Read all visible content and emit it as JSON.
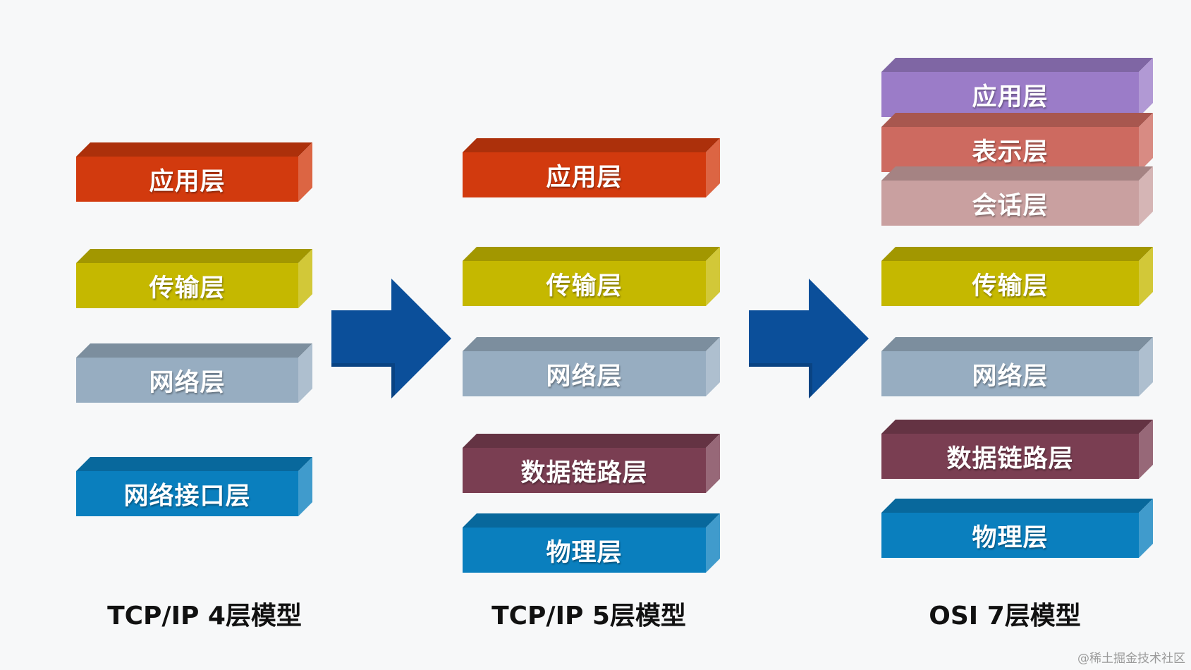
{
  "models": [
    {
      "caption": "TCP/IP 4层模型",
      "layers": [
        {
          "label": "应用层",
          "color": "#d23a0e"
        },
        {
          "label": "传输层",
          "color": "#c5b800"
        },
        {
          "label": "网络层",
          "color": "#97adc1"
        },
        {
          "label": "网络接口层",
          "color": "#0a7fbe"
        }
      ]
    },
    {
      "caption": "TCP/IP 5层模型",
      "layers": [
        {
          "label": "应用层",
          "color": "#d23a0e"
        },
        {
          "label": "传输层",
          "color": "#c5b800"
        },
        {
          "label": "网络层",
          "color": "#97adc1"
        },
        {
          "label": "数据链路层",
          "color": "#7a3e52"
        },
        {
          "label": "物理层",
          "color": "#0a7fbe"
        }
      ]
    },
    {
      "caption": "OSI 7层模型",
      "layers": [
        {
          "label": "应用层",
          "color": "#9b7cc8"
        },
        {
          "label": "表示层",
          "color": "#cd6a60"
        },
        {
          "label": "会话层",
          "color": "#c9a0a0"
        },
        {
          "label": "传输层",
          "color": "#c5b800"
        },
        {
          "label": "网络层",
          "color": "#97adc1"
        },
        {
          "label": "数据链路层",
          "color": "#7a3e52"
        },
        {
          "label": "物理层",
          "color": "#0a7fbe"
        }
      ]
    }
  ],
  "arrow_color": "#0b4f9a",
  "watermark": "@稀土掘金技术社区"
}
